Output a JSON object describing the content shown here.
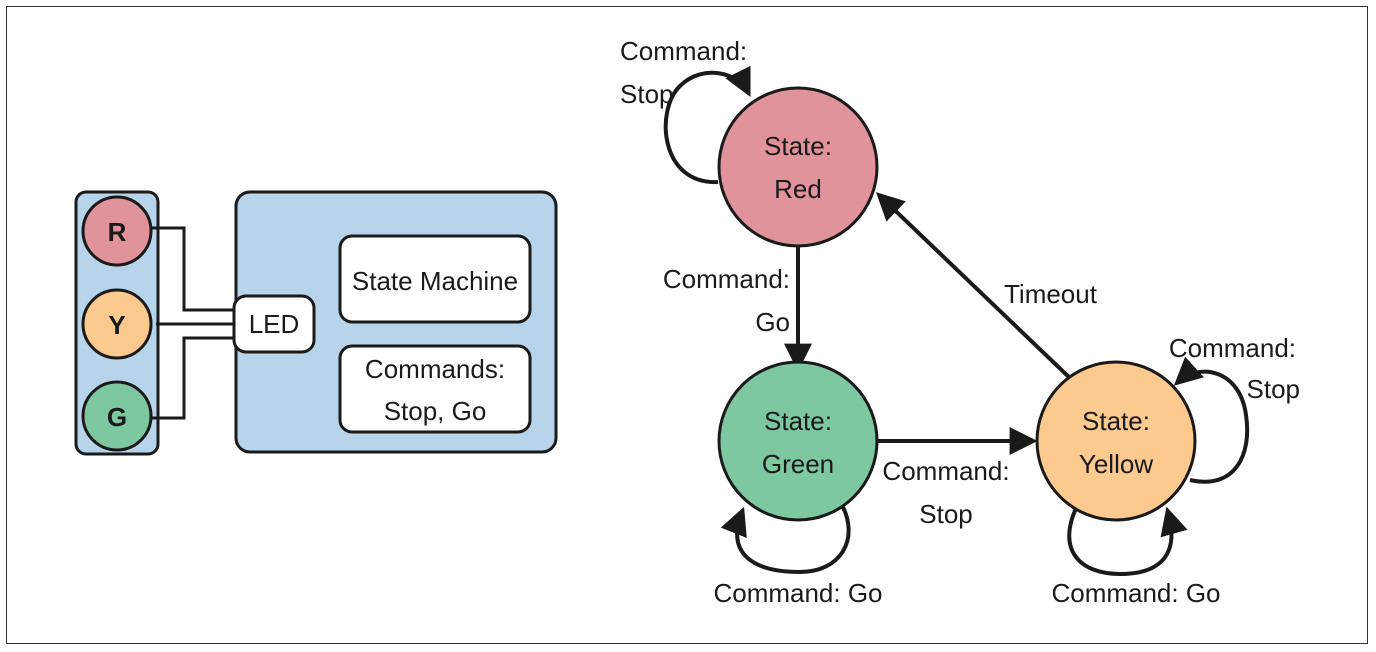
{
  "colors": {
    "panel_blue": "#b8d4ea",
    "red": "#e0939a",
    "yellow": "#fcc98f",
    "green": "#7dc7a1",
    "stroke": "#1a1a1a"
  },
  "hardware": {
    "lights": [
      {
        "letter": "R",
        "color": "red"
      },
      {
        "letter": "Y",
        "color": "yellow"
      },
      {
        "letter": "G",
        "color": "green"
      }
    ],
    "led_label": "LED",
    "state_machine_label": "State Machine",
    "commands_line1": "Commands:",
    "commands_line2": "Stop, Go"
  },
  "states": {
    "red": {
      "line1": "State:",
      "line2": "Red"
    },
    "green": {
      "line1": "State:",
      "line2": "Green"
    },
    "yellow": {
      "line1": "State:",
      "line2": "Yellow"
    }
  },
  "transitions": {
    "red_self": {
      "line1": "Command:",
      "line2": "Stop"
    },
    "red_to_green": {
      "line1": "Command:",
      "line2": "Go"
    },
    "yellow_to_red": {
      "line1": "Timeout"
    },
    "green_to_yellow": {
      "line1": "Command:",
      "line2": "Stop"
    },
    "green_self": {
      "line1": "Command: Go"
    },
    "yellow_self_stop": {
      "line1": "Command:",
      "line2": "Stop"
    },
    "yellow_self_go": {
      "line1": "Command: Go"
    }
  }
}
